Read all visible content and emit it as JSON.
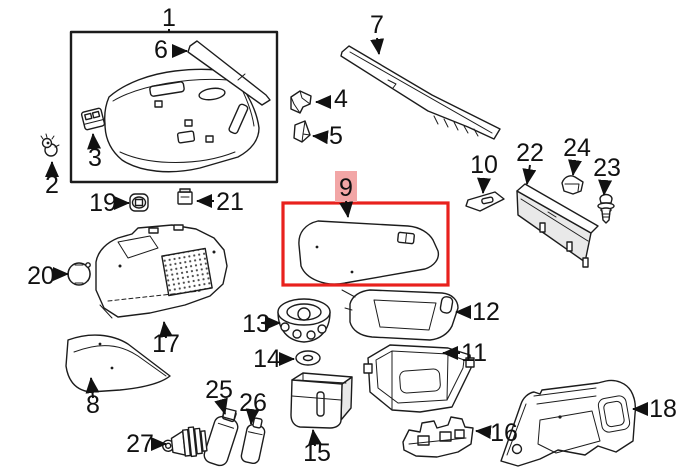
{
  "diagram": {
    "type": "exploded-parts-diagram",
    "background_color": "#ffffff",
    "line_color": "#1c1c1c",
    "selection": {
      "selected_callout": "9",
      "box_color": "#e8211d",
      "label_highlight_color": "#f2a6a6"
    },
    "callouts": [
      {
        "id": "1",
        "label": "1"
      },
      {
        "id": "2",
        "label": "2"
      },
      {
        "id": "3",
        "label": "3"
      },
      {
        "id": "4",
        "label": "4"
      },
      {
        "id": "5",
        "label": "5"
      },
      {
        "id": "6",
        "label": "6"
      },
      {
        "id": "7",
        "label": "7"
      },
      {
        "id": "8",
        "label": "8"
      },
      {
        "id": "9",
        "label": "9"
      },
      {
        "id": "10",
        "label": "10"
      },
      {
        "id": "11",
        "label": "11"
      },
      {
        "id": "12",
        "label": "12"
      },
      {
        "id": "13",
        "label": "13"
      },
      {
        "id": "14",
        "label": "14"
      },
      {
        "id": "15",
        "label": "15"
      },
      {
        "id": "16",
        "label": "16"
      },
      {
        "id": "17",
        "label": "17"
      },
      {
        "id": "18",
        "label": "18"
      },
      {
        "id": "19",
        "label": "19"
      },
      {
        "id": "20",
        "label": "20"
      },
      {
        "id": "21",
        "label": "21"
      },
      {
        "id": "22",
        "label": "22"
      },
      {
        "id": "23",
        "label": "23"
      },
      {
        "id": "24",
        "label": "24"
      },
      {
        "id": "25",
        "label": "25"
      },
      {
        "id": "26",
        "label": "26"
      },
      {
        "id": "27",
        "label": "27"
      }
    ]
  }
}
